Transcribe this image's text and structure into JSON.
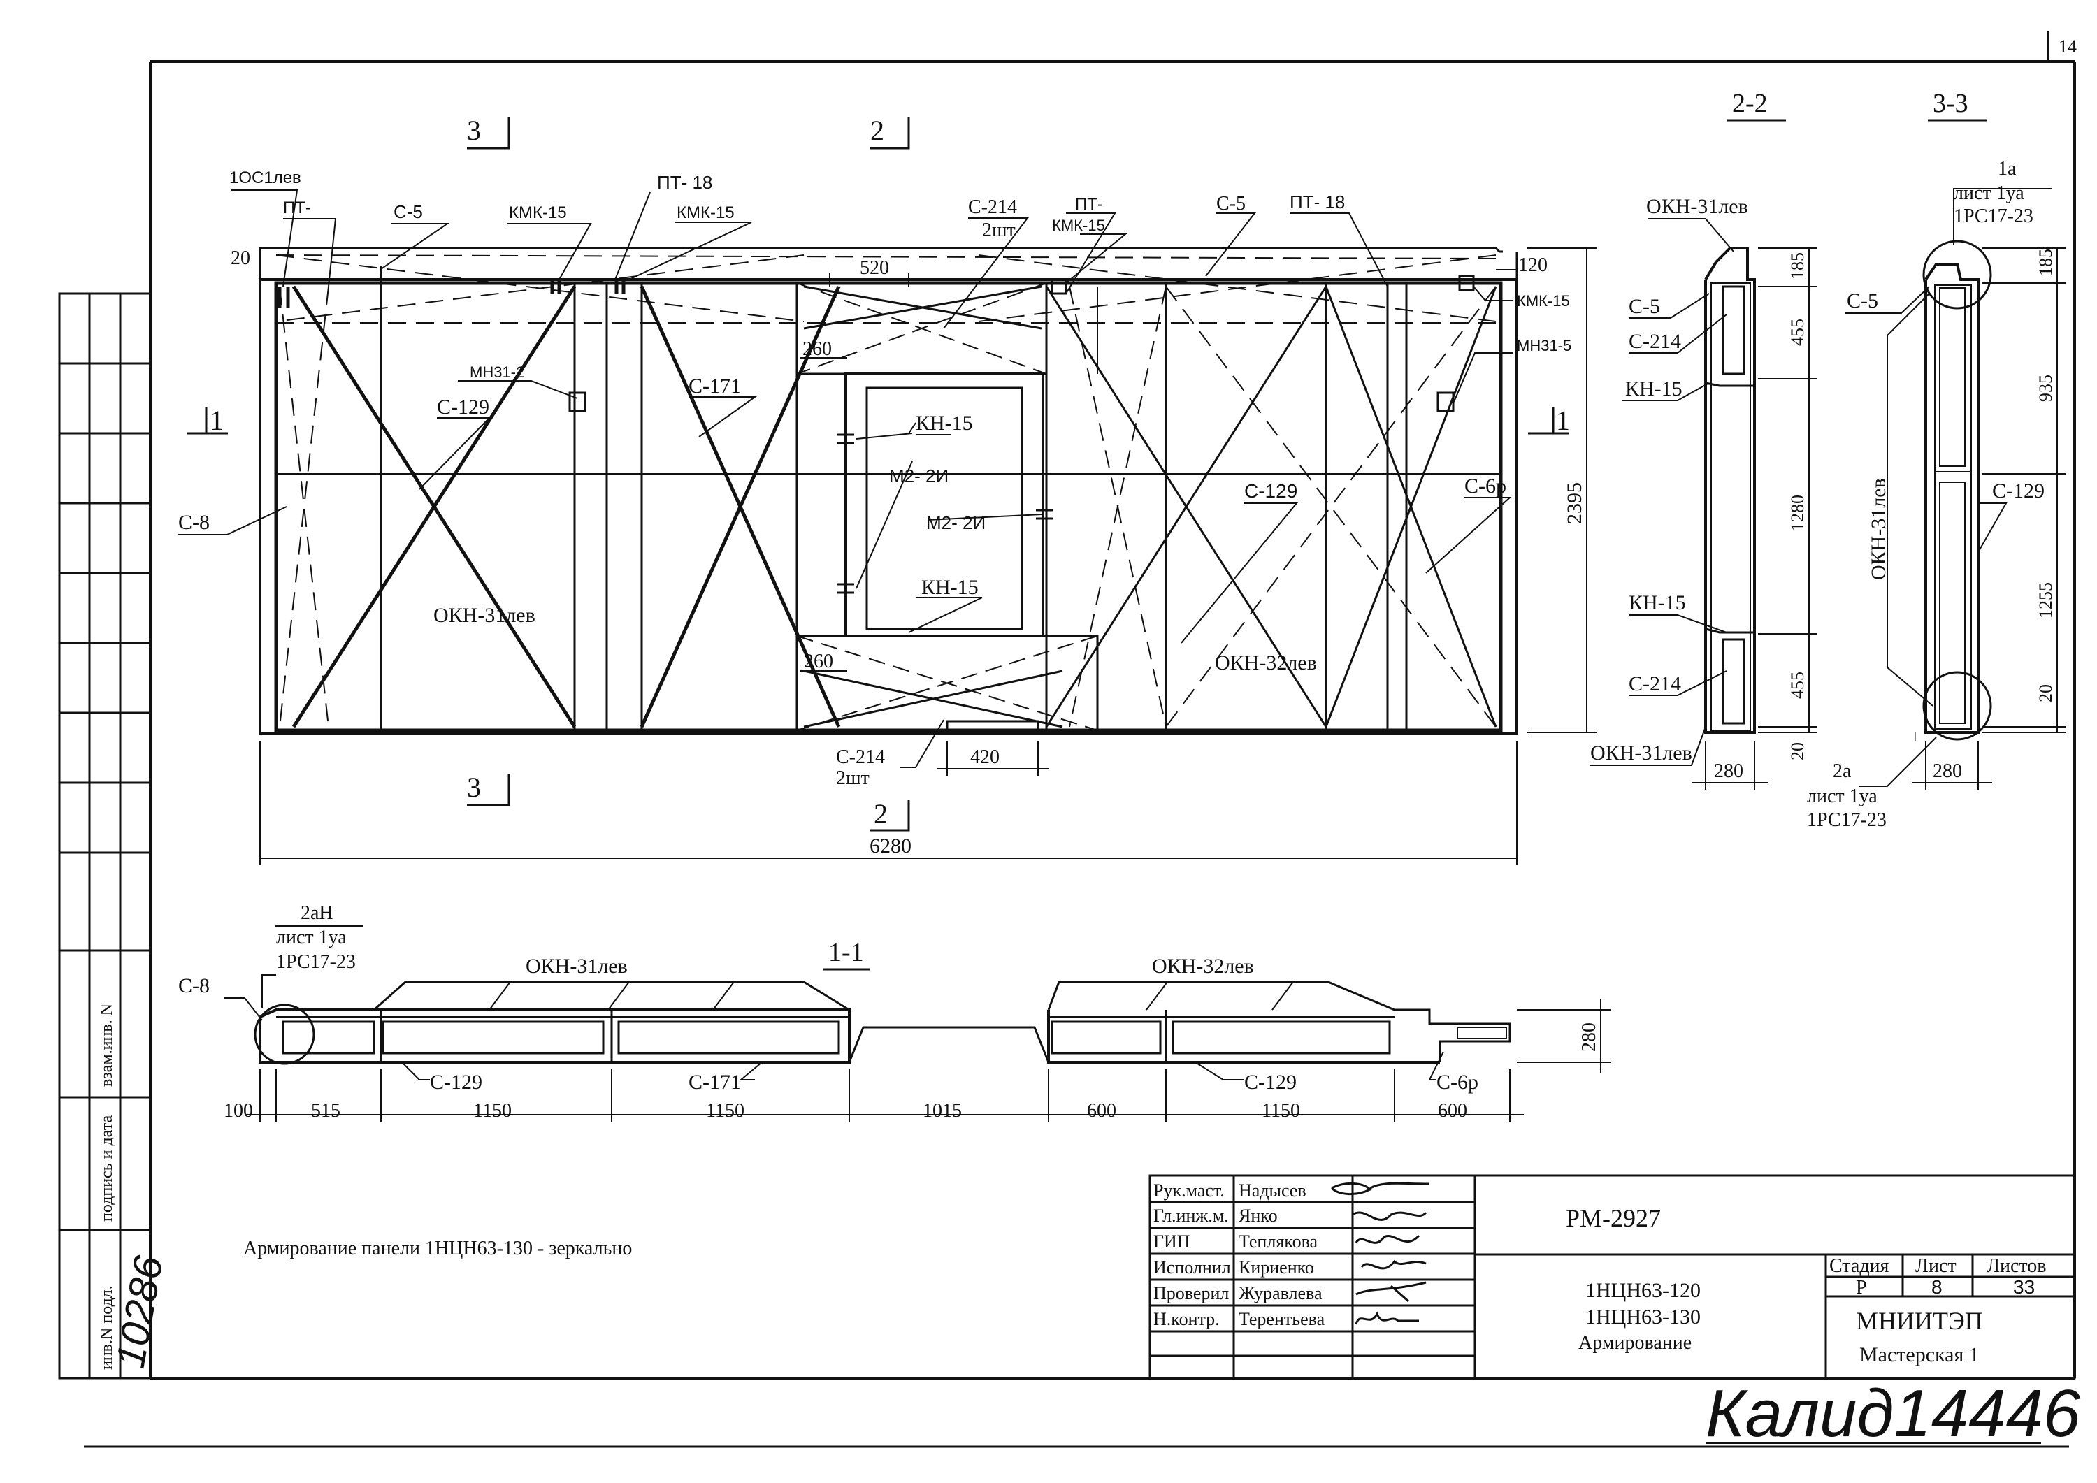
{
  "sheet_number": "14",
  "main_view": {
    "labels": {
      "c1lev": "1ОС1лев",
      "pt_left": "ПТ-",
      "c5_left": "С-5",
      "kmk15_a": "КМК-15",
      "pt18_a": "ПТ- 18",
      "kmk15_b": "КМК-15",
      "c214_top": "С-214",
      "c214_top_qty": "2шт",
      "pt_right": "ПТ-",
      "kmk15_c": "КМК-15",
      "c5_right": "С-5",
      "pt18_b": "ПТ- 18",
      "kmk15_d": "КМК-15",
      "mn31_2": "МН31-2",
      "mn31_5": "МН31-5",
      "c171": "С-171",
      "c129_left": "С-129",
      "c129_right": "С-129",
      "c8": "С-8",
      "c6p": "С-6р",
      "kn15_top": "КН-15",
      "kn15_bottom": "КН-15",
      "m2_left": "М2- 2И",
      "m2_right": "М2- 2И",
      "okn31": "ОКН-31лев",
      "okn32": "ОКН-32лев",
      "c214_bottom": "С-214",
      "c214_bottom_qty": "2шт"
    },
    "dims": {
      "d20": "20",
      "d520": "520",
      "d120": "120",
      "d260_top": "260",
      "d260_bottom": "260",
      "d420": "420",
      "d6280": "6280",
      "d2395": "2395"
    },
    "section_marks": {
      "s3": "3",
      "s2": "2",
      "s1": "1"
    }
  },
  "section_2_2": {
    "title": "2-2",
    "labels": {
      "okn31": "ОКН-31лев",
      "c5": "С-5",
      "c214_a": "С-214",
      "kn15_a": "КН-15",
      "kn15_b": "КН-15",
      "c214_b": "С-214",
      "okn31_bottom": "ОКН-31лев"
    },
    "dims": [
      "185",
      "455",
      "1280",
      "455",
      "20"
    ],
    "width_dim": "280"
  },
  "section_3_3": {
    "title": "3-3",
    "callout_top": [
      "1а",
      "лист 1уа",
      "1РС17-23"
    ],
    "callout_bottom": [
      "2а",
      "лист 1уа",
      "1РС17-23"
    ],
    "labels": {
      "c5": "С-5",
      "okn31": "ОКН-31лев",
      "c129": "С-129"
    },
    "dims": [
      "185",
      "935",
      "1255",
      "20"
    ],
    "width_dim": "280"
  },
  "section_1_1": {
    "title": "1-1",
    "callout": [
      "2аН",
      "лист 1уа",
      "1РС17-23"
    ],
    "labels": {
      "c8": "С-8",
      "okn31": "ОКН-31лев",
      "okn32": "ОКН-32лев",
      "c129_a": "С-129",
      "c171": "С-171",
      "c129_b": "С-129",
      "c6p": "С-6р"
    },
    "dims": [
      "100",
      "515",
      "1150",
      "1150",
      "1015",
      "600",
      "1150",
      "600"
    ],
    "height_dim": "280"
  },
  "note": "Армирование панели 1НЦН63-130 - зеркально",
  "left_strip": {
    "inv_podl": "инв.N подл.",
    "podpis": "подпись и дата",
    "vzam": "взам.инв. N",
    "inv_number": "10286"
  },
  "title_block": {
    "roles": [
      {
        "role": "Рук.маст.",
        "name": "Надысев"
      },
      {
        "role": "Гл.инж.м.",
        "name": "Янко"
      },
      {
        "role": "ГИП",
        "name": "Теплякова"
      },
      {
        "role": "Исполнил",
        "name": "Кириенко"
      },
      {
        "role": "Проверил",
        "name": "Журавлева"
      },
      {
        "role": "Н.контр.",
        "name": "Терентьева"
      }
    ],
    "code": "РМ-2927",
    "titles": [
      "1НЦН63-120",
      "1НЦН63-130",
      "Армирование"
    ],
    "stage_header": "Стадия",
    "sheet_header": "Лист",
    "sheets_header": "Листов",
    "stage": "Р",
    "sheet": "8",
    "sheets": "33",
    "org": "МНИИТЭП",
    "workshop": "Мастерская 1"
  },
  "stamp_text": "Калид14446"
}
